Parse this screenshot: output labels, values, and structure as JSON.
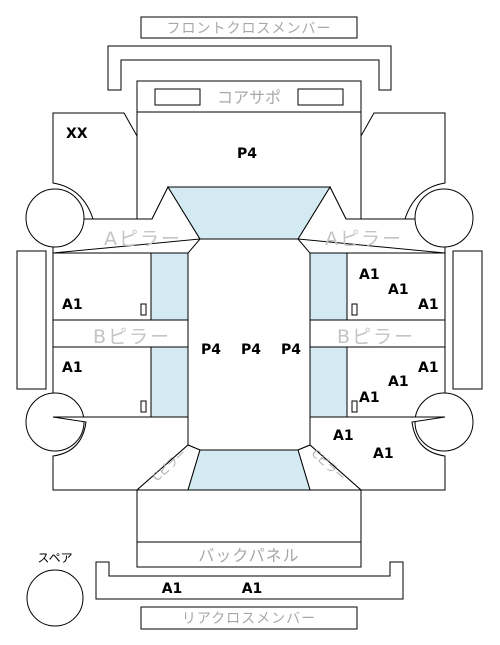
{
  "colors": {
    "stroke": "#000000",
    "glass": "#d4eaf2",
    "label_gray": "#a8a8a8"
  },
  "labels": {
    "front_cross_member": "フロントクロスメンバー",
    "core_support": "コアサポ",
    "a_pillar": "Aピラー",
    "b_pillar": "Bピラー",
    "c_pillar": "Cピラー",
    "back_panel": "バックパネル",
    "rear_cross_member": "リアクロスメンバー",
    "spare": "スペア"
  },
  "grades": {
    "front_left_fender": "XX",
    "bonnet": "P4",
    "roof_left": "P4",
    "roof_center": "P4",
    "roof_right": "P4",
    "left_front_door": "A1",
    "left_rear_door": "A1",
    "right_front_door_1": "A1",
    "right_front_door_2": "A1",
    "right_front_door_3": "A1",
    "right_rear_door_1": "A1",
    "right_rear_door_2": "A1",
    "right_rear_door_3": "A1",
    "right_rear_fender_1": "A1",
    "right_rear_fender_2": "A1",
    "rear_bumper_1": "A1",
    "rear_bumper_2": "A1"
  }
}
